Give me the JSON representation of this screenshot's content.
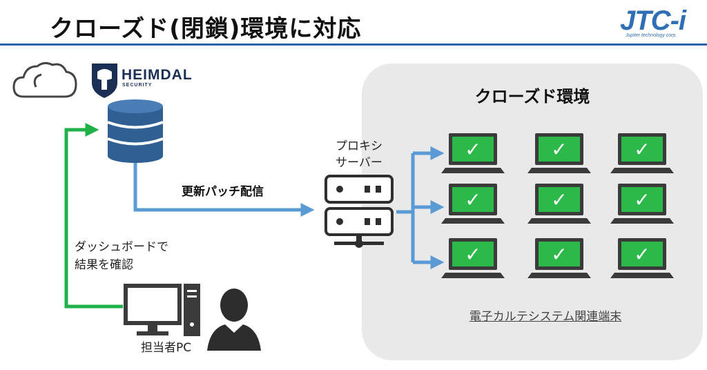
{
  "title": "クローズド(閉鎖)環境に対応",
  "logo": {
    "text": "JTC-i",
    "subtext": "Jupiter technology corp."
  },
  "heimdal": {
    "name": "HEIMDAL",
    "sub": "SECURITY"
  },
  "proxy_label": [
    "プロキシ",
    "サーバー"
  ],
  "patch_label": "更新パッチ配信",
  "dashboard_label": [
    "ダッシュボードで",
    "結果を確認"
  ],
  "admin_pc_label": "担当者PC",
  "closed_env": {
    "title": "クローズド環境",
    "caption": "電子カルテシステム関連端末",
    "terminal_rows": 3,
    "terminal_cols": 3,
    "check_glyph": "✓"
  },
  "colors": {
    "title_rule": "#2a64a8",
    "arrow_blue": "#5b9bd5",
    "arrow_green": "#22b04b",
    "db_blue": "#2f5f93",
    "device_dark": "#3b3b3b",
    "screen_green": "#2db84a",
    "panel_bg": "#e9e9e9"
  }
}
